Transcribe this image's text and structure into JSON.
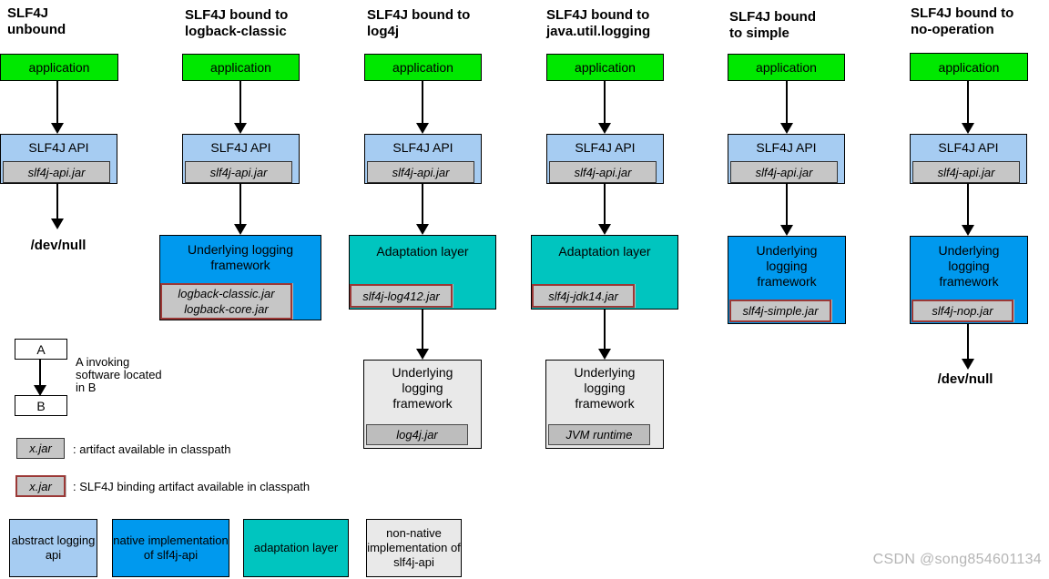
{
  "watermark": "CSDN @song854601134",
  "colors": {
    "application_green": "#00e800",
    "abstract_api_light_blue": "#a6ccf2",
    "native_impl_blue": "#0099ee",
    "adaptation_teal": "#00c5bf",
    "jar_gray": "#c6c6c6",
    "jar_dark_gray": "#bdbdbd",
    "non_native_light_gray": "#e9e9e9",
    "binding_border_red": "#9b3836"
  },
  "columns": [
    {
      "title": "SLF4J\nunbound",
      "app_label": "application",
      "api_label": "SLF4J API",
      "api_jar": "slf4j-api.jar",
      "devnull": "/dev/null"
    },
    {
      "title": "SLF4J bound to\nlogback-classic",
      "app_label": "application",
      "api_label": "SLF4J API",
      "api_jar": "slf4j-api.jar",
      "impl_label": "Underlying logging\nframework",
      "impl_jar": "logback-classic.jar\nlogback-core.jar"
    },
    {
      "title": "SLF4J bound to\nlog4j",
      "app_label": "application",
      "api_label": "SLF4J API",
      "api_jar": "slf4j-api.jar",
      "adapt_label": "Adaptation layer",
      "adapt_jar": "slf4j-log412.jar",
      "under_label": "Underlying\nlogging\nframework",
      "under_jar": "log4j.jar"
    },
    {
      "title": "SLF4J bound to\njava.util.logging",
      "app_label": "application",
      "api_label": "SLF4J API",
      "api_jar": "slf4j-api.jar",
      "adapt_label": "Adaptation layer",
      "adapt_jar": "slf4j-jdk14.jar",
      "under_label": "Underlying\nlogging\nframework",
      "under_jar": "JVM runtime"
    },
    {
      "title": "SLF4J bound\nto simple",
      "app_label": "application",
      "api_label": "SLF4J API",
      "api_jar": "slf4j-api.jar",
      "impl_label": "Underlying\nlogging\nframework",
      "impl_jar": "slf4j-simple.jar"
    },
    {
      "title": "SLF4J bound to\nno-operation",
      "app_label": "application",
      "api_label": "SLF4J API",
      "api_jar": "slf4j-api.jar",
      "impl_label": "Underlying\nlogging\nframework",
      "impl_jar": "slf4j-nop.jar",
      "devnull": "/dev/null"
    }
  ],
  "legend": {
    "a_label": "A",
    "b_label": "B",
    "ab_caption": "A invoking\nsoftware located\nin B",
    "jar_plain_label": "x.jar",
    "jar_plain_caption": ": artifact available in classpath",
    "jar_binding_label": "x.jar",
    "jar_binding_caption": ": SLF4J binding artifact available in classpath",
    "types": [
      {
        "label": "abstract\nlogging api"
      },
      {
        "label": "native implementation\nof slf4j-api"
      },
      {
        "label": "adaptation layer"
      },
      {
        "label": "non-native\nimplementation\nof slf4j-api"
      }
    ]
  }
}
